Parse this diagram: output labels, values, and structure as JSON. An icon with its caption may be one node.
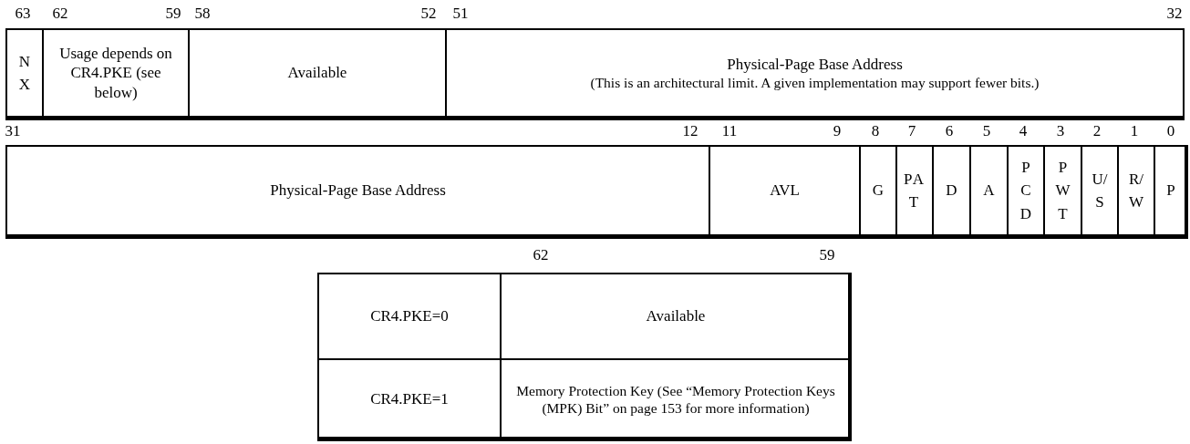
{
  "diagram": {
    "nodes": [
      {
        "text": [
          "NX"
        ]
      },
      {
        "text": [
          "Usage depends on CR4.PKE (see below)"
        ]
      },
      {
        "text": [
          "Available"
        ]
      },
      {
        "text": [
          "Physical-Page Base Address",
          "(This is an architectural limit. A given implementation may support fewer bits.)"
        ]
      },
      {
        "text": [
          "Physical-Page Base Address"
        ]
      },
      {
        "text": [
          "AVL"
        ]
      },
      {
        "text": [
          "G"
        ]
      },
      {
        "text": [
          "PAT"
        ]
      },
      {
        "text": [
          "D"
        ]
      },
      {
        "text": [
          "A"
        ]
      },
      {
        "text": [
          "PCD"
        ]
      },
      {
        "text": [
          "PWT"
        ]
      },
      {
        "text": [
          "U/S"
        ]
      },
      {
        "text": [
          "R/W"
        ]
      },
      {
        "text": [
          "P"
        ]
      },
      {
        "text": [
          "CR4.PKE=0"
        ]
      },
      {
        "text": [
          "Available"
        ]
      },
      {
        "text": [
          "CR4.PKE=1"
        ]
      },
      {
        "text": [
          "Memory Protection Key (See “Memory Protection Keys (MPK) Bit” on page 153 for more information)"
        ]
      }
    ],
    "edges": [],
    "labels": [
      "63",
      "62",
      "59",
      "58",
      "52",
      "51",
      "32",
      "31",
      "12",
      "11",
      "9",
      "8",
      "7",
      "6",
      "5",
      "4",
      "3",
      "2",
      "1",
      "0",
      "62",
      "59"
    ]
  }
}
